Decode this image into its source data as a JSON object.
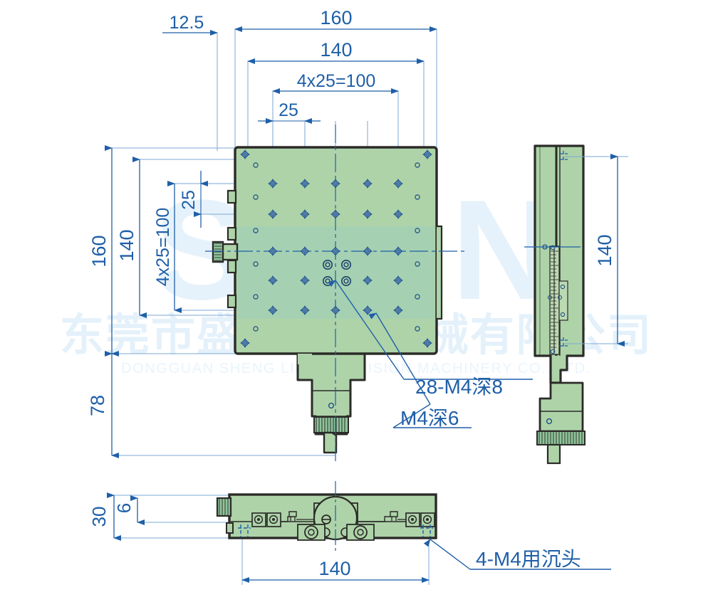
{
  "drawing": {
    "type": "mechanical-engineering-drawing",
    "subject": "XY linear translation stage, 3-view orthographic drawing",
    "units": "mm",
    "line_color": "#1f5fa8",
    "thin_line_color": "#7ba7d4",
    "body_fill": "#aed3a9",
    "body_fill_alt": "#9ccfb8",
    "outline_color": "#2b2b28",
    "background": "#ffffff"
  },
  "watermark": {
    "logo_text": "SHLN",
    "chinese": "东莞市盛菱精密机械有限公司",
    "english": "DONGGUAN SHENG LING PRECISION MACHINERY CO., LTD.",
    "color": "#e8f3fb"
  },
  "dimensions": {
    "top": [
      {
        "id": "offset-12-5",
        "label": "12.5"
      },
      {
        "id": "overall-width-160",
        "label": "160"
      },
      {
        "id": "plate-width-140",
        "label": "140"
      },
      {
        "id": "hole-span-x",
        "label": "4x25=100"
      },
      {
        "id": "hole-pitch-x",
        "label": "25"
      }
    ],
    "left": [
      {
        "id": "overall-height-160",
        "label": "160"
      },
      {
        "id": "plate-height-140",
        "label": "140"
      },
      {
        "id": "hole-span-y",
        "label": "4x25=100"
      },
      {
        "id": "hole-pitch-y",
        "label": "25"
      },
      {
        "id": "lower-extent-78",
        "label": "78"
      }
    ],
    "right_view": [
      {
        "id": "side-height-140",
        "label": "140"
      }
    ],
    "bottom_view": [
      {
        "id": "total-thickness-30",
        "label": "30"
      },
      {
        "id": "plate-thickness-6",
        "label": "6"
      },
      {
        "id": "base-length-140",
        "label": "140"
      }
    ]
  },
  "callouts": [
    {
      "id": "tapped-holes",
      "label": "28-M4深8"
    },
    {
      "id": "center-holes",
      "label": "M4深6"
    },
    {
      "id": "counterbore-holes",
      "label": "4-M4用沉头"
    }
  ],
  "views": {
    "front": {
      "name": "front-top-view"
    },
    "side": {
      "name": "right-side-view"
    },
    "bottom": {
      "name": "bottom-front-view"
    }
  },
  "chart_data": {
    "type": "table",
    "title": "Stage dimensions (mm)",
    "categories": [
      "12.5",
      "160",
      "140",
      "4x25=100",
      "25",
      "78",
      "30",
      "6"
    ],
    "values": [
      12.5,
      160,
      140,
      100,
      25,
      78,
      30,
      6
    ]
  }
}
